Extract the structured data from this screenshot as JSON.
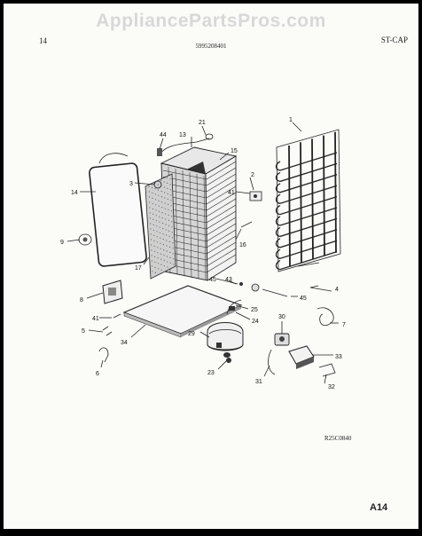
{
  "watermark": "AppliancePartsPros.com",
  "header": {
    "page_number": "14",
    "model_number": "5995208401",
    "series": "ST-CAP"
  },
  "footer": {
    "diagram_ref": "R25C0840",
    "sheet": "A14"
  },
  "callouts": [
    {
      "id": "c1",
      "label": "1"
    },
    {
      "id": "c2",
      "label": "2"
    },
    {
      "id": "c3",
      "label": "3"
    },
    {
      "id": "c4",
      "label": "4"
    },
    {
      "id": "c5",
      "label": "5"
    },
    {
      "id": "c6",
      "label": "6"
    },
    {
      "id": "c7",
      "label": "7"
    },
    {
      "id": "c8",
      "label": "8"
    },
    {
      "id": "c9",
      "label": "9"
    },
    {
      "id": "c13",
      "label": "13"
    },
    {
      "id": "c14",
      "label": "14"
    },
    {
      "id": "c15",
      "label": "15"
    },
    {
      "id": "c16",
      "label": "16"
    },
    {
      "id": "c17",
      "label": "17"
    },
    {
      "id": "c21",
      "label": "21"
    },
    {
      "id": "c23",
      "label": "23"
    },
    {
      "id": "c24",
      "label": "24"
    },
    {
      "id": "c25",
      "label": "25"
    },
    {
      "id": "c29",
      "label": "29"
    },
    {
      "id": "c30",
      "label": "30"
    },
    {
      "id": "c31",
      "label": "31"
    },
    {
      "id": "c32",
      "label": "32"
    },
    {
      "id": "c33",
      "label": "33"
    },
    {
      "id": "c34",
      "label": "34"
    },
    {
      "id": "c41a",
      "label": "41"
    },
    {
      "id": "c41b",
      "label": "41"
    },
    {
      "id": "c43",
      "label": "43"
    },
    {
      "id": "c44",
      "label": "44"
    },
    {
      "id": "c45a",
      "label": "45"
    },
    {
      "id": "c45b",
      "label": "45"
    }
  ]
}
